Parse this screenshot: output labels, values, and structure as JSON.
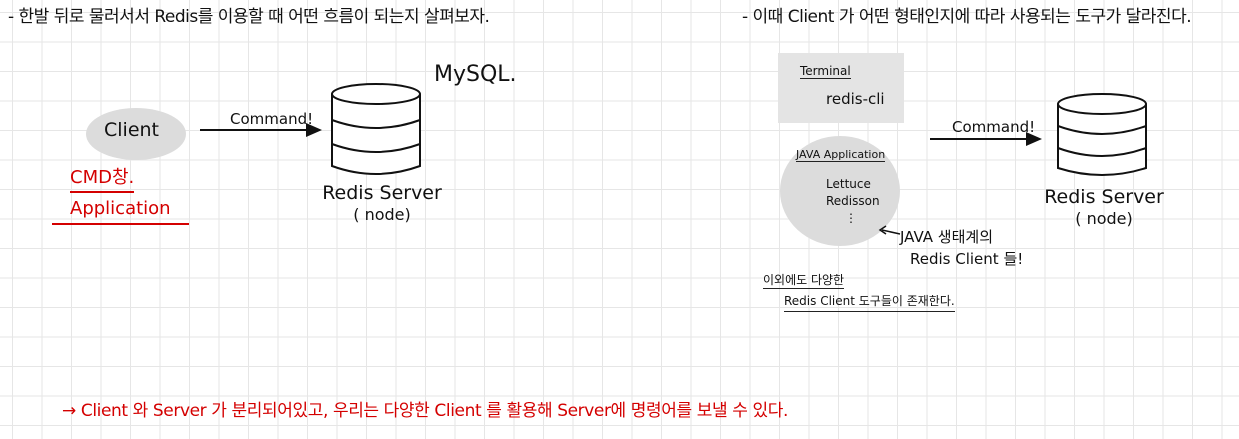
{
  "headers": {
    "left": "- 한발 뒤로 물러서서 Redis를 이용할 때 어떤 흐름이 되는지 살펴보자.",
    "right": "- 이때 Client 가 어떤 형태인지에 따라 사용되는 도구가 달라진다."
  },
  "left_diagram": {
    "client_label": "Client",
    "client_examples": [
      "CMD창.",
      "Application"
    ],
    "arrow_label": "Command!",
    "db_annotation": "MySQL.",
    "server_name": "Redis Server",
    "server_node": "( node)"
  },
  "right_diagram": {
    "terminal_title": "Terminal",
    "terminal_tool": "redis-cli",
    "java_title": "JAVA Application",
    "java_tools": [
      "Lettuce",
      "Redisson",
      "⋮"
    ],
    "java_note_line1": "JAVA 생태계의",
    "java_note_line2": "Redis Client 들!",
    "other_note_line1": "이외에도 다양한",
    "other_note_line2": "Redis Client 도구들이 존재한다.",
    "arrow_label": "Command!",
    "server_name": "Redis Server",
    "server_node": "( node)"
  },
  "conclusion": "→ Client 와 Server 가 분리되어있고, 우리는 다양한 Client 를 활용해 Server에 명령어를 보낼 수 있다.",
  "colors": {
    "accent_red": "#d40000",
    "highlight_gray": "#dcdcdc",
    "grid": "#e6e6e6"
  }
}
